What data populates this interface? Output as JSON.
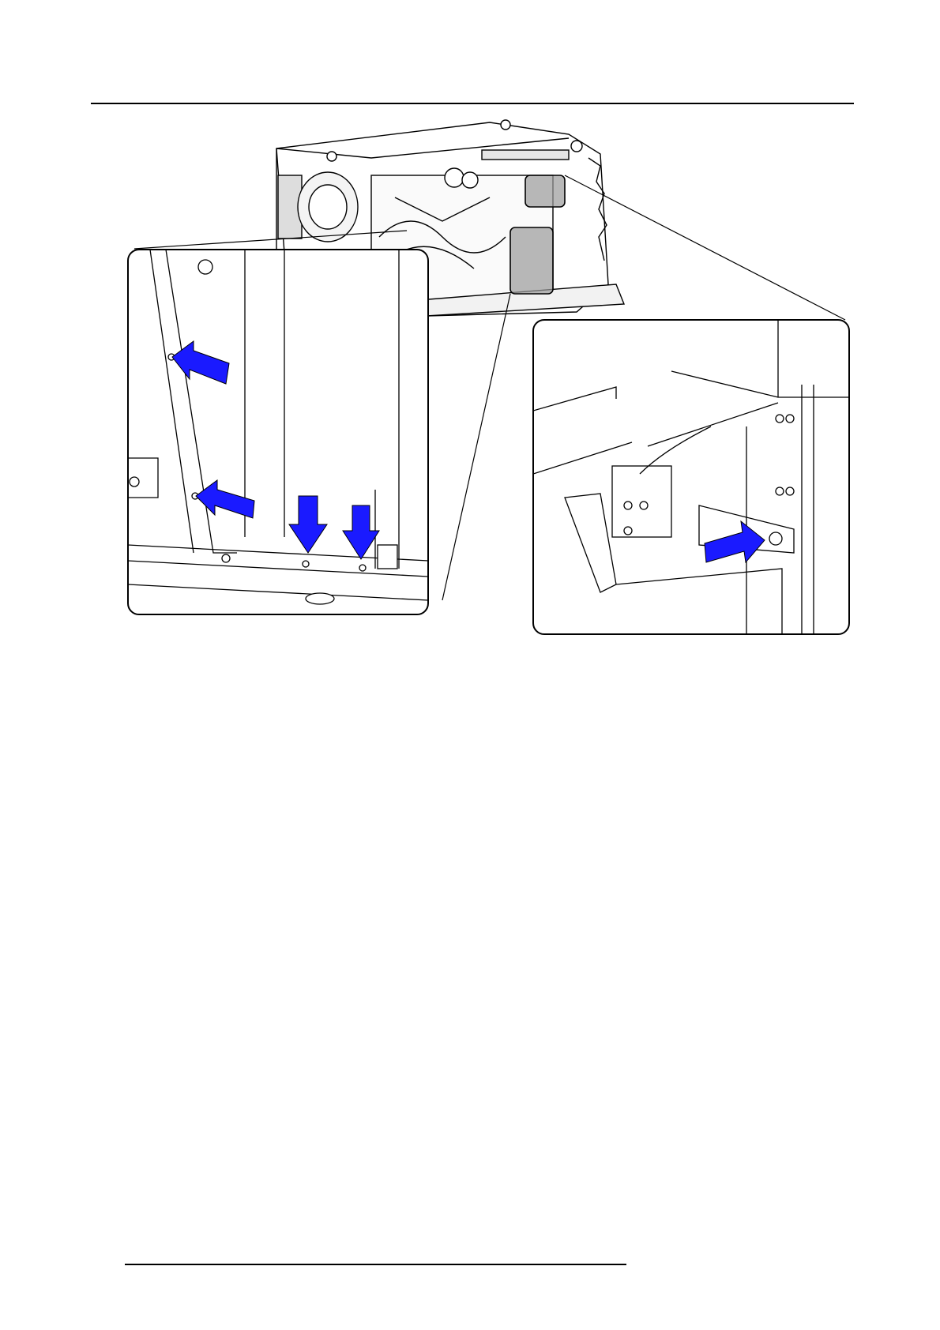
{
  "page": {
    "header_rule": true,
    "footer_rule": true
  },
  "figure": {
    "description_visible_text": "",
    "callouts": [
      {
        "name": "left-detail",
        "arrows": [
          "arrow-left-upper",
          "arrow-left-lower",
          "arrow-down-1",
          "arrow-down-2"
        ]
      },
      {
        "name": "right-detail",
        "arrows": [
          "arrow-right"
        ]
      }
    ],
    "colors": {
      "arrow": "#1a1aff",
      "line": "#000000",
      "highlight": "#9a9a9a"
    }
  }
}
